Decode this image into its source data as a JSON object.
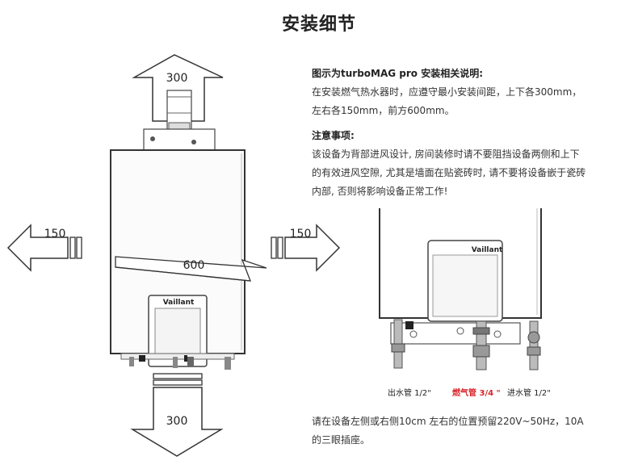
{
  "title": "安装细节",
  "info": {
    "heading": "图示为turboMAG pro 安装相关说明:",
    "lines": [
      "在安装燃气热水器时，应遵守最小安装间距，上下各300mm，",
      "左右各150mm，前方600mm。"
    ]
  },
  "notes": {
    "heading": "注意事项:",
    "lines": [
      "该设备为背部进风设计, 房间装修时请不要阻挡设备两侧和上下",
      "的有效进风空隙, 尤其是墙面在贴瓷砖时, 请不要将设备嵌于瓷砖",
      "内部, 否则将影响设备正常工作!"
    ]
  },
  "diagram": {
    "top_label": "300",
    "bottom_label": "300",
    "left_label": "150",
    "right_label": "150",
    "front_label": "600",
    "brand": "Vaillant"
  },
  "detail": {
    "brand": "Vaillant",
    "pipes": [
      {
        "label": "出水管 1/2\"",
        "highlight": false
      },
      {
        "label": "燃气管 3/4 \"",
        "highlight": true
      },
      {
        "label": "进水管 1/2\"",
        "highlight": false
      }
    ]
  },
  "footer": {
    "lines": [
      "请在设备左侧或右侧10cm 左右的位置预留220V~50Hz，10A",
      "的三眼插座。"
    ]
  },
  "colors": {
    "highlight": "#d8242a"
  }
}
